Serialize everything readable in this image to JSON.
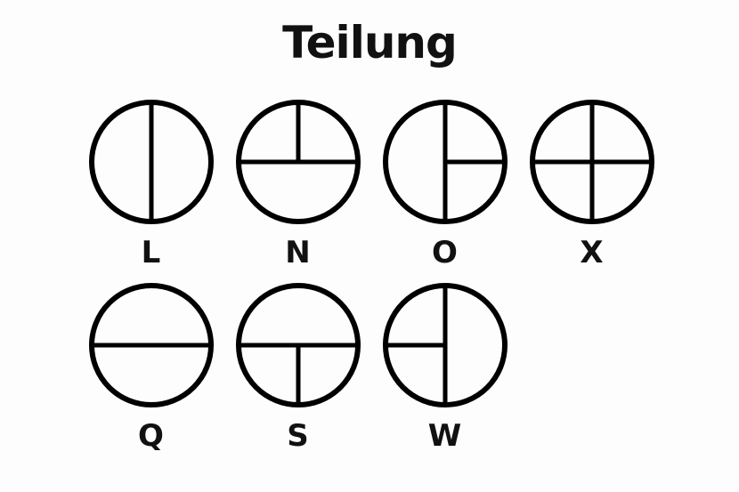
{
  "title": "Teilung",
  "colors": {
    "background": "#fdfdfd",
    "stroke": "#000000",
    "text": "#111111"
  },
  "figures": [
    {
      "label": "L",
      "row": 1,
      "divisions": [
        "vertical-diameter"
      ],
      "lines": [
        [
          0.5,
          0,
          0.5,
          1
        ]
      ]
    },
    {
      "label": "N",
      "row": 1,
      "divisions": [
        "horizontal-diameter",
        "vertical-radius-top"
      ],
      "lines": [
        [
          0,
          0.5,
          1,
          0.5
        ],
        [
          0.5,
          0,
          0.5,
          0.5
        ]
      ]
    },
    {
      "label": "O",
      "row": 1,
      "divisions": [
        "vertical-diameter",
        "horizontal-radius-right"
      ],
      "lines": [
        [
          0.5,
          0,
          0.5,
          1
        ],
        [
          0.5,
          0.5,
          1,
          0.5
        ]
      ]
    },
    {
      "label": "X",
      "row": 1,
      "divisions": [
        "vertical-diameter",
        "horizontal-diameter"
      ],
      "lines": [
        [
          0.5,
          0,
          0.5,
          1
        ],
        [
          0,
          0.5,
          1,
          0.5
        ]
      ]
    },
    {
      "label": "Q",
      "row": 2,
      "divisions": [
        "horizontal-diameter"
      ],
      "lines": [
        [
          0,
          0.5,
          1,
          0.5
        ]
      ]
    },
    {
      "label": "S",
      "row": 2,
      "divisions": [
        "horizontal-diameter",
        "vertical-radius-bottom"
      ],
      "lines": [
        [
          0,
          0.5,
          1,
          0.5
        ],
        [
          0.5,
          0.5,
          0.5,
          1
        ]
      ]
    },
    {
      "label": "W",
      "row": 2,
      "divisions": [
        "vertical-diameter",
        "horizontal-radius-left"
      ],
      "lines": [
        [
          0.5,
          0,
          0.5,
          1
        ],
        [
          0,
          0.5,
          0.5,
          0.5
        ]
      ]
    }
  ]
}
